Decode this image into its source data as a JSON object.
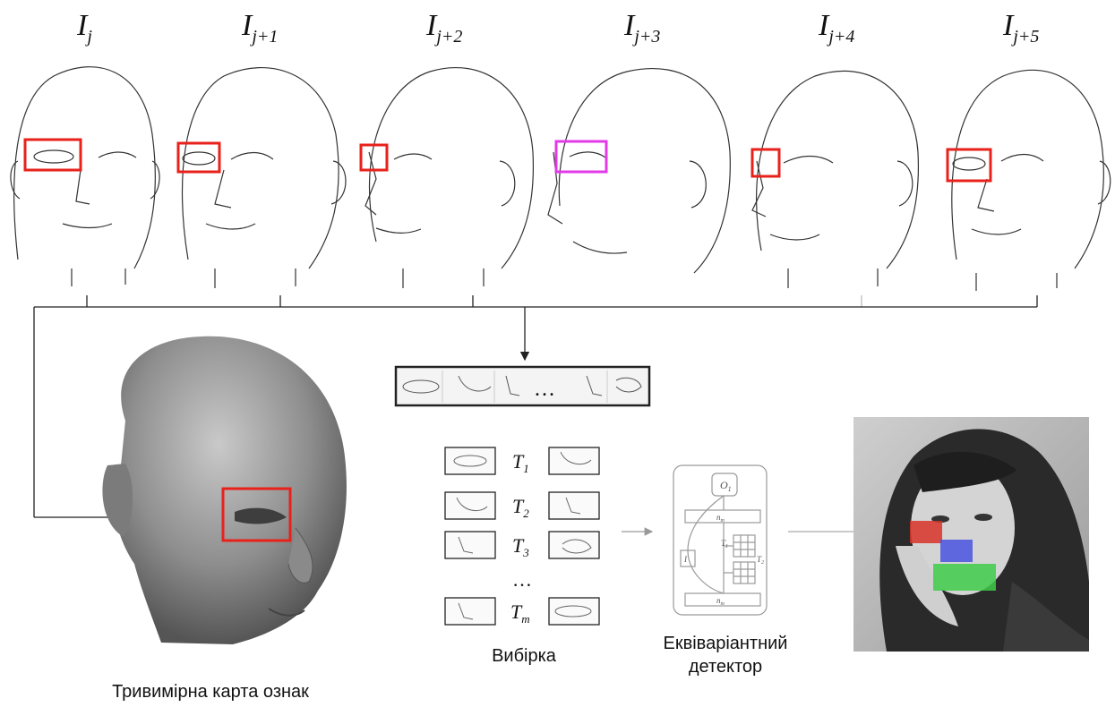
{
  "frames": [
    {
      "base": "I",
      "sub": "j"
    },
    {
      "base": "I",
      "sub": "j+1"
    },
    {
      "base": "I",
      "sub": "j+2"
    },
    {
      "base": "I",
      "sub": "j+3"
    },
    {
      "base": "I",
      "sub": "j+4"
    },
    {
      "base": "I",
      "sub": "j+5"
    }
  ],
  "strip_ellipsis": "…",
  "templates": [
    {
      "label": "T",
      "sub": "1"
    },
    {
      "label": "T",
      "sub": "2"
    },
    {
      "label": "T",
      "sub": "3"
    },
    {
      "label": "T",
      "sub": "m"
    }
  ],
  "templates_ellipsis": "…",
  "captions": {
    "head3d": "Тривимірна карта ознак",
    "sample": "Вибірка",
    "detector_line1": "Еквіваріантний",
    "detector_line2": "детектор"
  },
  "detector": {
    "top": "O",
    "top_sub": "1",
    "bar1": "n",
    "bar1_sub": "m",
    "t1": "T",
    "t1_sub": "1",
    "t2": "T",
    "t2_sub": "2",
    "side": "I",
    "bottom": "n",
    "bottom_sub": "m"
  },
  "colors": {
    "box_red": "#e8221b",
    "box_magenta": "#e33ae8",
    "patch_red": "#d83228",
    "patch_blue": "#4a54e0",
    "patch_green": "#3fcb4a",
    "line": "#222222"
  }
}
